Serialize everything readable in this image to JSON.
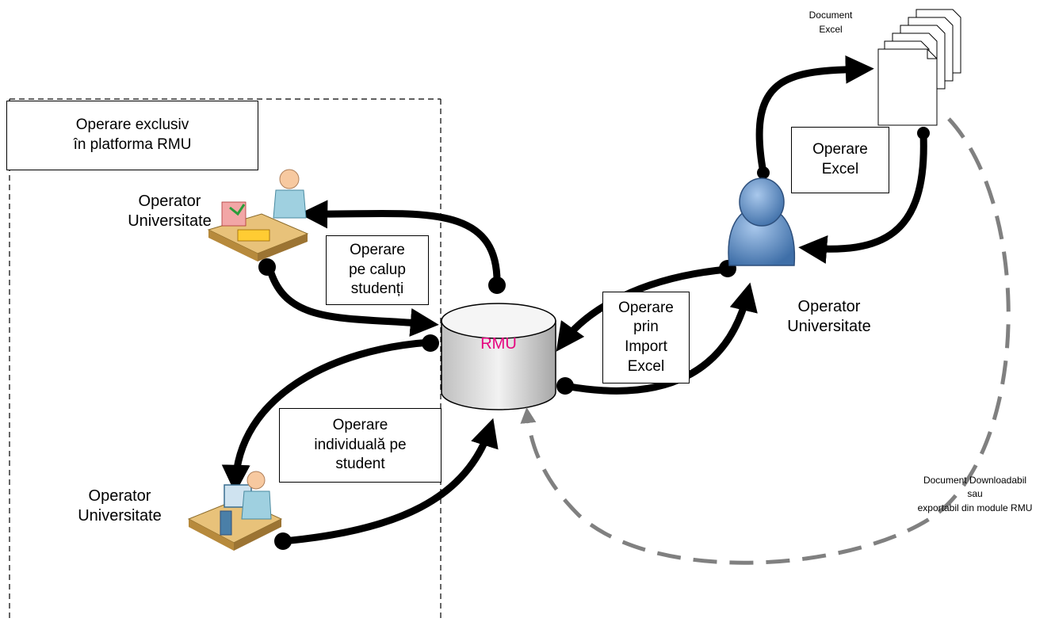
{
  "zone": {
    "title": "Operare exclusiv\nîn platforma RMU"
  },
  "rmu": {
    "label": "RMU",
    "color": "#e6007e"
  },
  "operators": {
    "top_left": "Operator\nUniversitate",
    "bottom_left": "Operator\nUniversitate",
    "right": "Operator\nUniversitate"
  },
  "operations": {
    "batch": "Operare\npe calup\nstudenți",
    "individual": "Operare\nindividuală pe\nstudent",
    "import": "Operare\nprin\nImport\nExcel",
    "excel": "Operare\nExcel"
  },
  "documents": {
    "excel": "Document\nExcel",
    "downloadable": "Document Downloadabil\nsau\nexportabil din module RMU"
  },
  "colors": {
    "arrow": "#000000",
    "dashed_arrow": "#808080",
    "user_blue": "#5b8fc7",
    "cylinder_fill": "#d9d9d9"
  }
}
